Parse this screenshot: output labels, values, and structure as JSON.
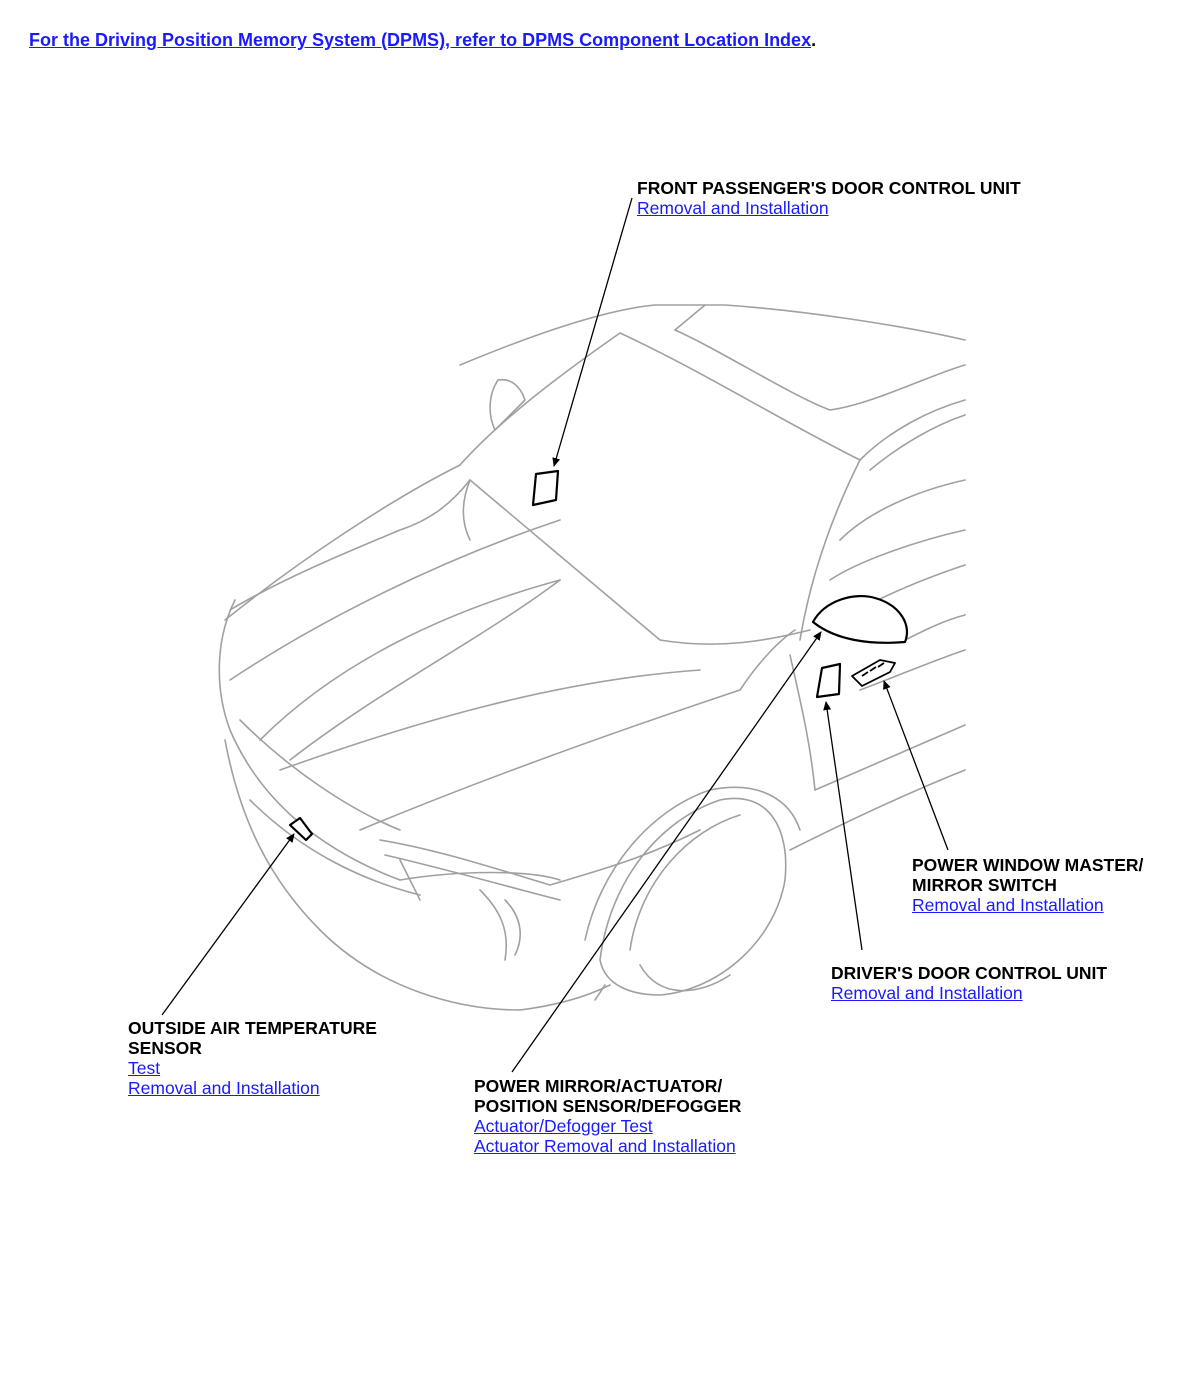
{
  "top_note": {
    "link_text": "For the Driving Position Memory System (DPMS), refer to DPMS Component Location Index",
    "suffix": "."
  },
  "callouts": {
    "front_passenger_door_unit": {
      "title": "FRONT PASSENGER'S DOOR CONTROL UNIT",
      "links": [
        "Removal and Installation"
      ]
    },
    "power_window_master_switch": {
      "title_line1": "POWER WINDOW MASTER/",
      "title_line2": "MIRROR SWITCH",
      "links": [
        "Removal and Installation"
      ]
    },
    "driver_door_unit": {
      "title": "DRIVER'S DOOR CONTROL UNIT",
      "links": [
        "Removal and Installation"
      ]
    },
    "outside_air_temp_sensor": {
      "title_line1": "OUTSIDE AIR TEMPERATURE",
      "title_line2": "SENSOR",
      "links": [
        "Test",
        "Removal and Installation"
      ]
    },
    "power_mirror": {
      "title_line1": "POWER MIRROR/ACTUATOR/",
      "title_line2": "POSITION SENSOR/DEFOGGER",
      "links": [
        "Actuator/Defogger Test",
        "Actuator Removal and Installation"
      ]
    }
  },
  "colors": {
    "link": "#1a1aff",
    "car_outline": "#9a9a9a",
    "component": "#000000"
  }
}
